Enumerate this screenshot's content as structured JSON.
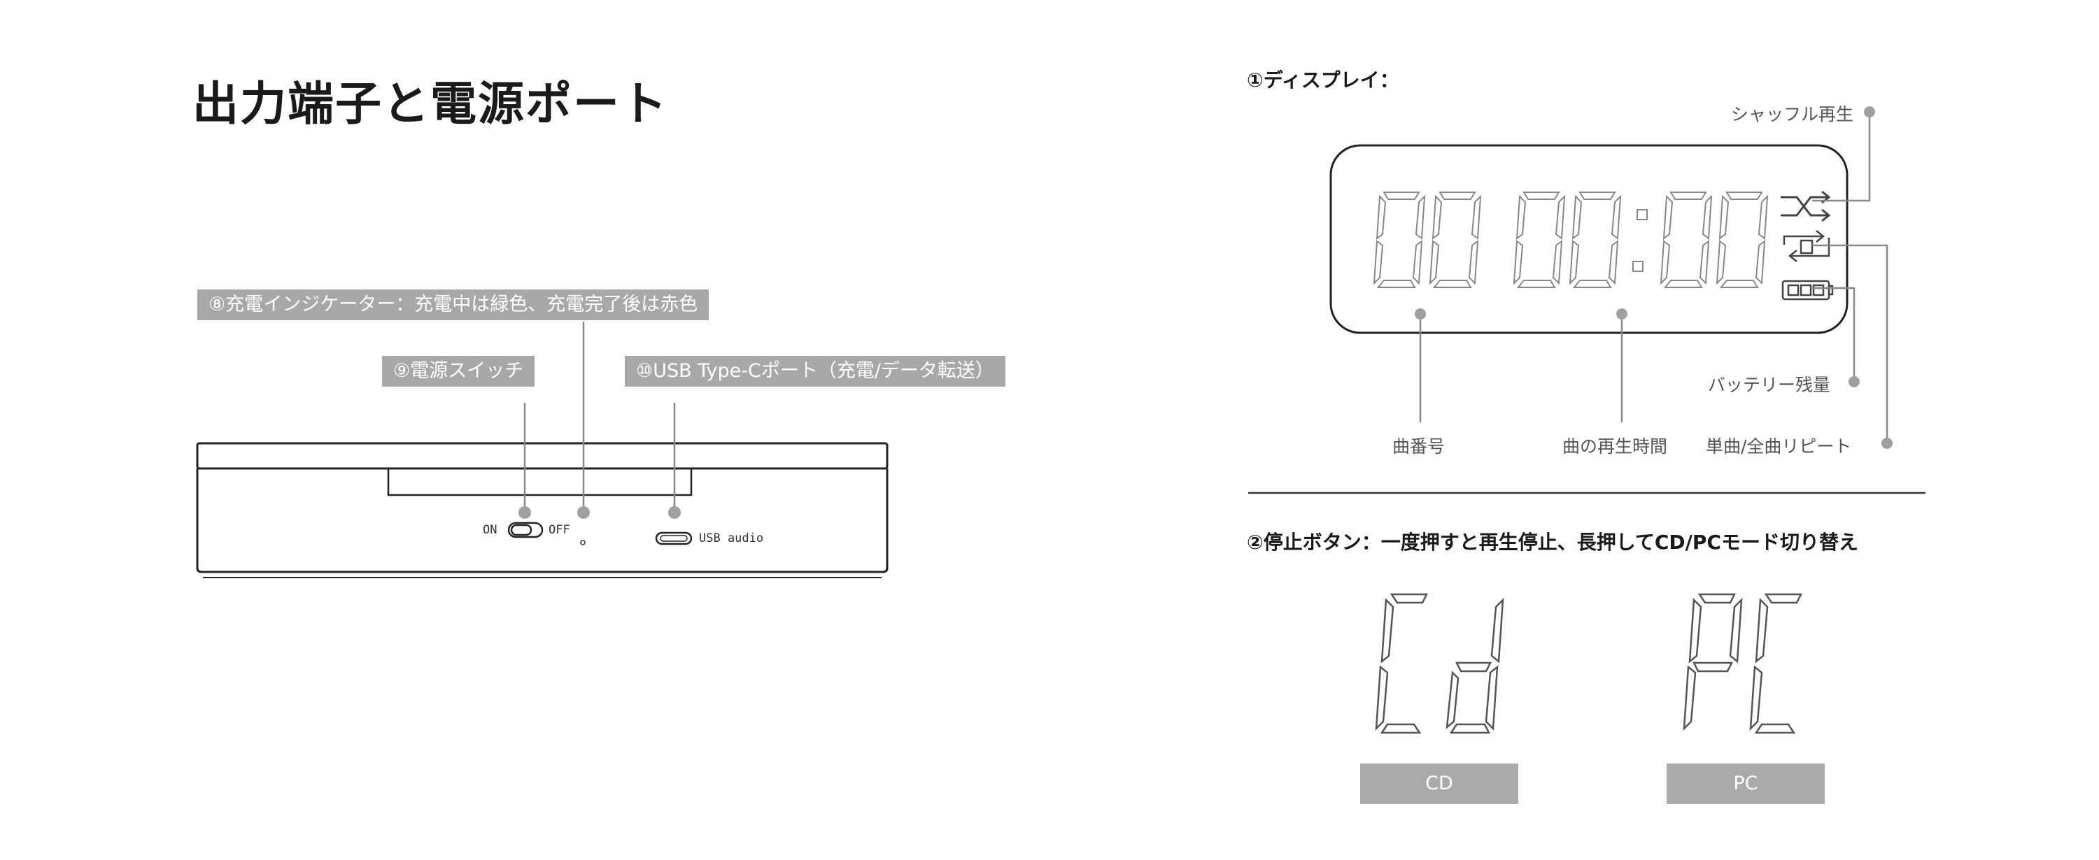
{
  "page": {
    "title": "出力端子と電源ポート"
  },
  "ports_panel": {
    "callout_charge_indicator": "⑧充電インジケーター：充電中は緑色、充電完了後は赤色",
    "callout_power_switch": "⑨電源スイッチ",
    "callout_usb_port": "⑩USB Type-Cポート（充電/データ転送）",
    "switch_on_label": "ON",
    "switch_off_label": "OFF",
    "usb_label": "USB audio"
  },
  "display_panel": {
    "heading": "①ディスプレイ：",
    "label_shuffle": "シャッフル再生",
    "label_battery": "バッテリー残量",
    "label_track_number": "曲番号",
    "label_track_time": "曲の再生時間",
    "label_repeat": "単曲/全曲リピート",
    "icons": [
      "shuffle-icon",
      "repeat-one-icon",
      "battery-icon"
    ]
  },
  "stop_panel": {
    "heading": "②停止ボタン：一度押すと再生停止、長押してCD/PCモード切り替え",
    "modes": [
      {
        "display": "Cd",
        "label": "CD"
      },
      {
        "display": "PC",
        "label": "PC"
      }
    ]
  },
  "colors": {
    "callout_bg": "#a8a8a8",
    "mode_label_bg": "#aaaaaa",
    "leader_line": "#888888",
    "outline": "#222222"
  }
}
